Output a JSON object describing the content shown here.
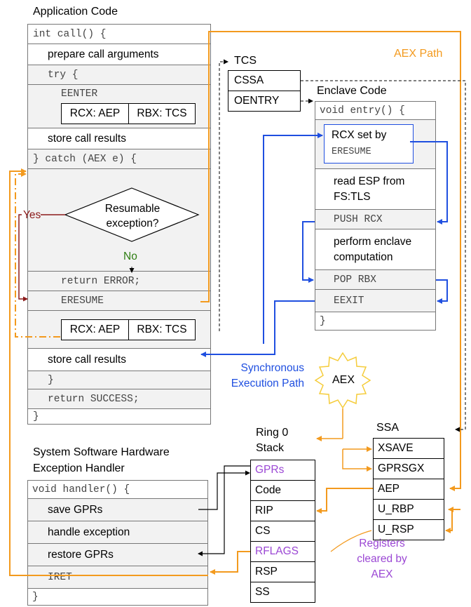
{
  "app": {
    "title": "Application Code",
    "line_int_call": "int call() {",
    "line_prepare": "prepare call arguments",
    "line_try": "try {",
    "line_eenter": "EENTER",
    "reg_rcx": "RCX: AEP",
    "reg_rbx": "RBX: TCS",
    "line_store1": "store call results",
    "line_catch": "} catch (AEX e) {",
    "decision": "Resumable exception?",
    "yes": "Yes",
    "no": "No",
    "line_return_error": "return ERROR;",
    "line_eresume": "ERESUME",
    "reg_rcx2": "RCX: AEP",
    "reg_rbx2": "RBX: TCS",
    "line_store2": "store call results",
    "line_close1": "}",
    "line_return_success": "return SUCCESS;",
    "line_close2": "}"
  },
  "tcs": {
    "title": "TCS",
    "cssa": "CSSA",
    "oentry": "OENTRY"
  },
  "enclave": {
    "title": "Enclave Code",
    "line_entry": "void entry() {",
    "rcx_set_by": "RCX set by",
    "eresume": "ERESUME",
    "read_esp": "read ESP from FS:TLS",
    "push_rcx": "PUSH RCX",
    "perform": "perform enclave computation",
    "pop_rbx": "POP RBX",
    "eexit": "EEXIT",
    "close": "}"
  },
  "labels": {
    "aex_path": "AEX Path",
    "sync_path": "Synchronous Execution Path",
    "aex": "AEX",
    "registers_cleared": "Registers cleared by AEX"
  },
  "ssa": {
    "title": "SSA",
    "items": [
      "XSAVE",
      "GPRSGX",
      "AEP",
      "U_RBP",
      "U_RSP"
    ]
  },
  "ring0": {
    "title": "Ring 0 Stack",
    "items": [
      "GPRs",
      "Code",
      "RIP",
      "CS",
      "RFLAGS",
      "RSP",
      "SS"
    ]
  },
  "handler": {
    "title": "System Software Hardware Exception Handler",
    "line_handler": "void handler() {",
    "save": "save GPRs",
    "handle": "handle exception",
    "restore": "restore GPRs",
    "iret": "IRET",
    "close": "}"
  },
  "colors": {
    "aex_orange": "#f39a1e",
    "sync_blue": "#1f4fe0",
    "yes_red": "#8b1a1a",
    "no_green": "#2e7d12",
    "purple": "#9b47d4"
  }
}
